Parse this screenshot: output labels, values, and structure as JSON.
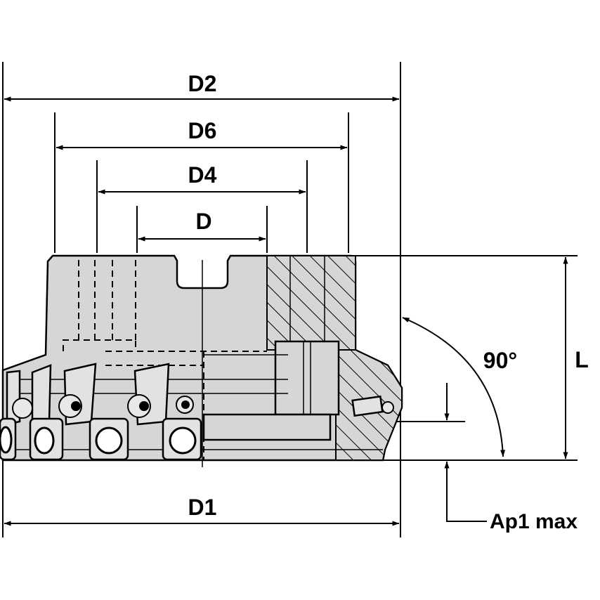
{
  "dimensions": {
    "d2": "D2",
    "d6": "D6",
    "d4": "D4",
    "d": "D",
    "d1": "D1",
    "l": "L",
    "angle": "90°",
    "ap1": "Ap1 max"
  },
  "colors": {
    "body_fill": "#d6d6d6",
    "line": "#000000"
  }
}
